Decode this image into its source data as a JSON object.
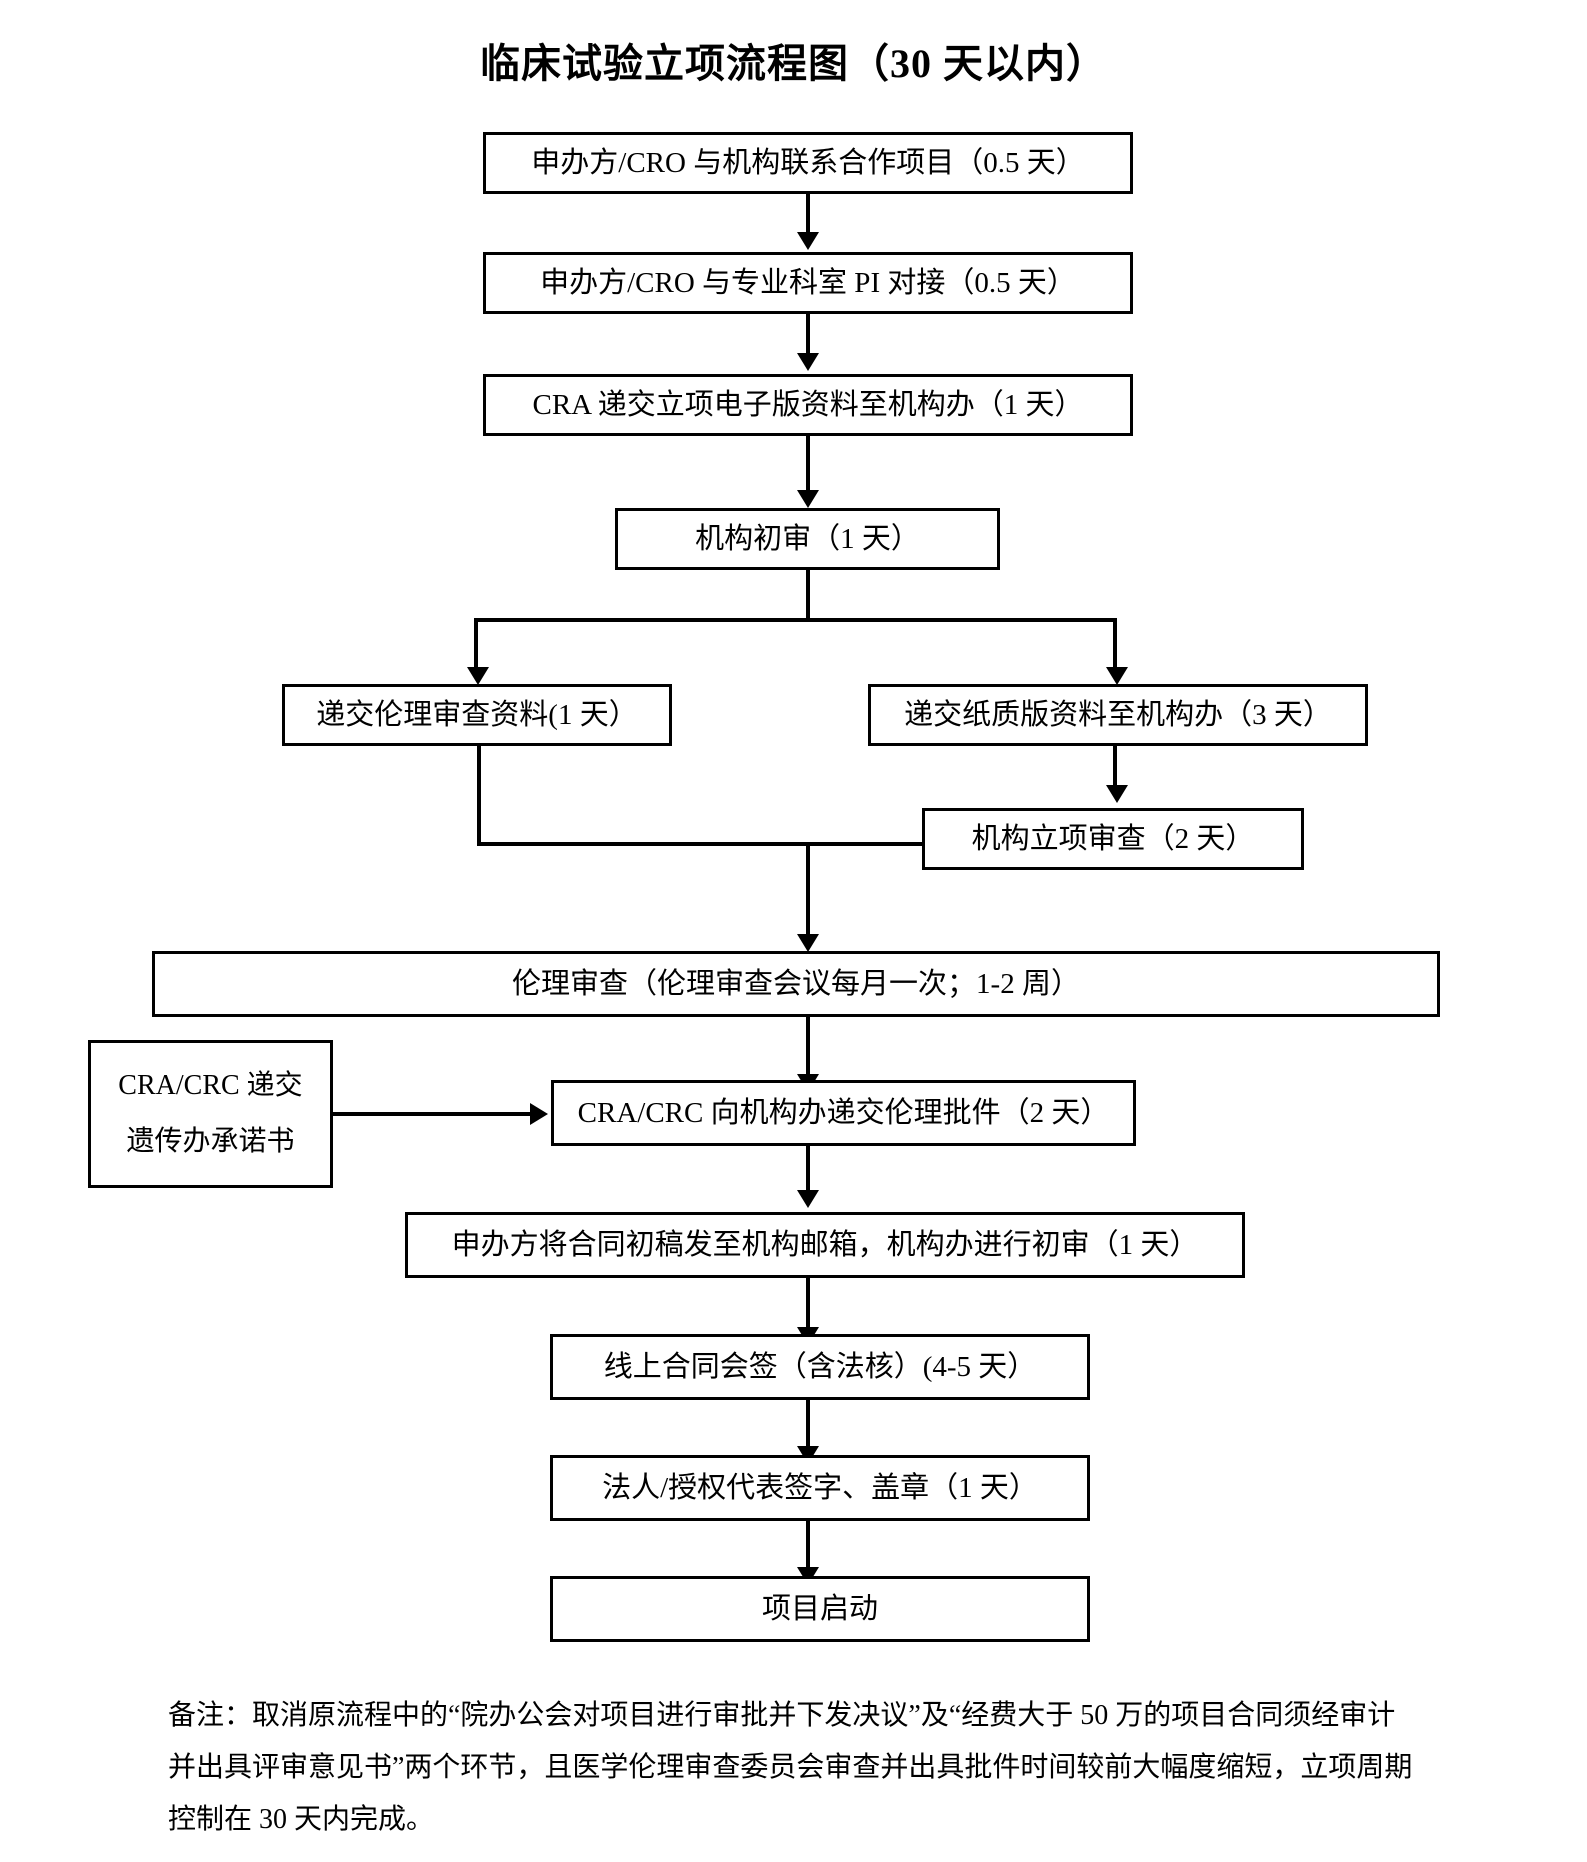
{
  "title": "临床试验立项流程图（30 天以内）",
  "nodes": {
    "n1": "申办方/CRO 与机构联系合作项目（0.5 天）",
    "n2": "申办方/CRO 与专业科室 PI 对接（0.5 天）",
    "n3": "CRA 递交立项电子版资料至机构办（1 天）",
    "n4": "机构初审（1 天）",
    "n5": "递交伦理审查资料(1 天）",
    "n6": "递交纸质版资料至机构办（3 天）",
    "n7": "机构立项审查（2 天）",
    "n8": "伦理审查（伦理审查会议每月一次；1-2 周）",
    "n9_line1": "CRA/CRC 递交",
    "n9_line2": "遗传办承诺书",
    "n10": "CRA/CRC 向机构办递交伦理批件（2 天）",
    "n11": "申办方将合同初稿发至机构邮箱，机构办进行初审（1 天）",
    "n12": "线上合同会签（含法核）(4-5 天）",
    "n13": "法人/授权代表签字、盖章（1 天）",
    "n14": "项目启动"
  },
  "footnote": {
    "line1": "备注：取消原流程中的“院办公会对项目进行审批并下发决议”及“经费大于 50 万的项目合同须经审计",
    "line2": "并出具评审意见书”两个环节，且医学伦理审查委员会审查并出具批件时间较前大幅度缩短，立项周期",
    "line3": "控制在 30 天内完成。"
  },
  "colors": {
    "stroke": "#000000",
    "background": "#ffffff",
    "text": "#000000"
  }
}
